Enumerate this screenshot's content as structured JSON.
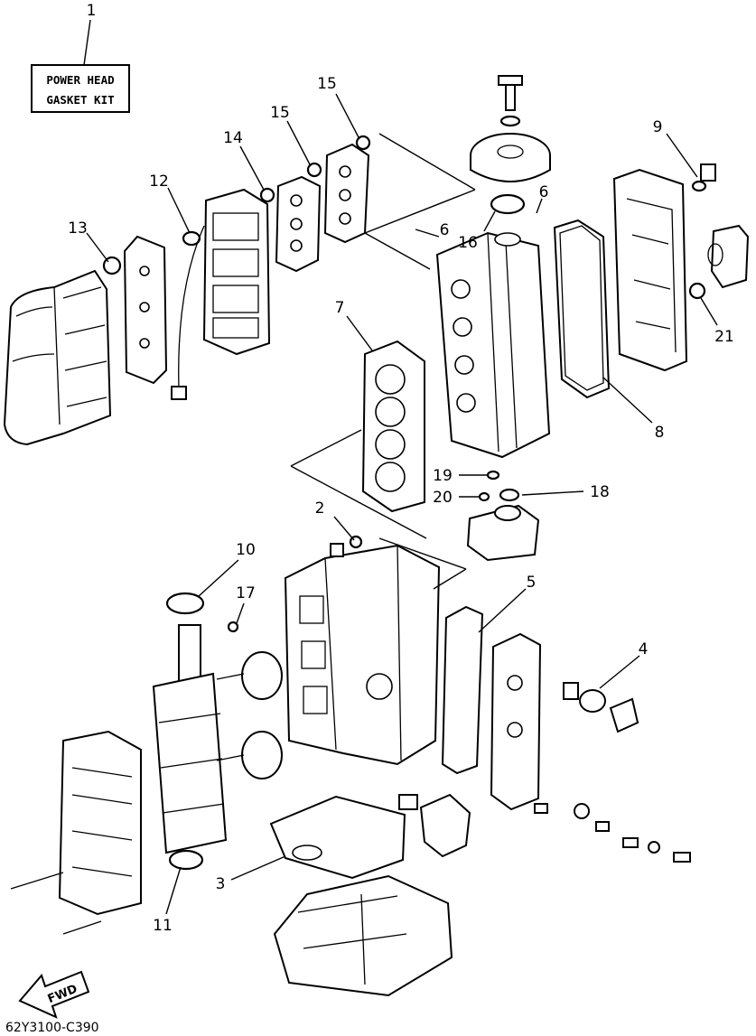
{
  "kit_box": {
    "callout": "1",
    "line1": "POWER HEAD",
    "line2": "GASKET KIT"
  },
  "callouts": [
    {
      "id": "c2",
      "label": "2"
    },
    {
      "id": "c3",
      "label": "3"
    },
    {
      "id": "c4",
      "label": "4"
    },
    {
      "id": "c5",
      "label": "5"
    },
    {
      "id": "c6a",
      "label": "6"
    },
    {
      "id": "c6b",
      "label": "6"
    },
    {
      "id": "c7",
      "label": "7"
    },
    {
      "id": "c8",
      "label": "8"
    },
    {
      "id": "c9",
      "label": "9"
    },
    {
      "id": "c10",
      "label": "10"
    },
    {
      "id": "c11",
      "label": "11"
    },
    {
      "id": "c12",
      "label": "12"
    },
    {
      "id": "c13",
      "label": "13"
    },
    {
      "id": "c14",
      "label": "14"
    },
    {
      "id": "c15a",
      "label": "15"
    },
    {
      "id": "c15b",
      "label": "15"
    },
    {
      "id": "c16",
      "label": "16"
    },
    {
      "id": "c17",
      "label": "17"
    },
    {
      "id": "c18",
      "label": "18"
    },
    {
      "id": "c19",
      "label": "19"
    },
    {
      "id": "c20",
      "label": "20"
    },
    {
      "id": "c21",
      "label": "21"
    }
  ],
  "fwd_label": "FWD",
  "diagram_code": "62Y3100-C390"
}
